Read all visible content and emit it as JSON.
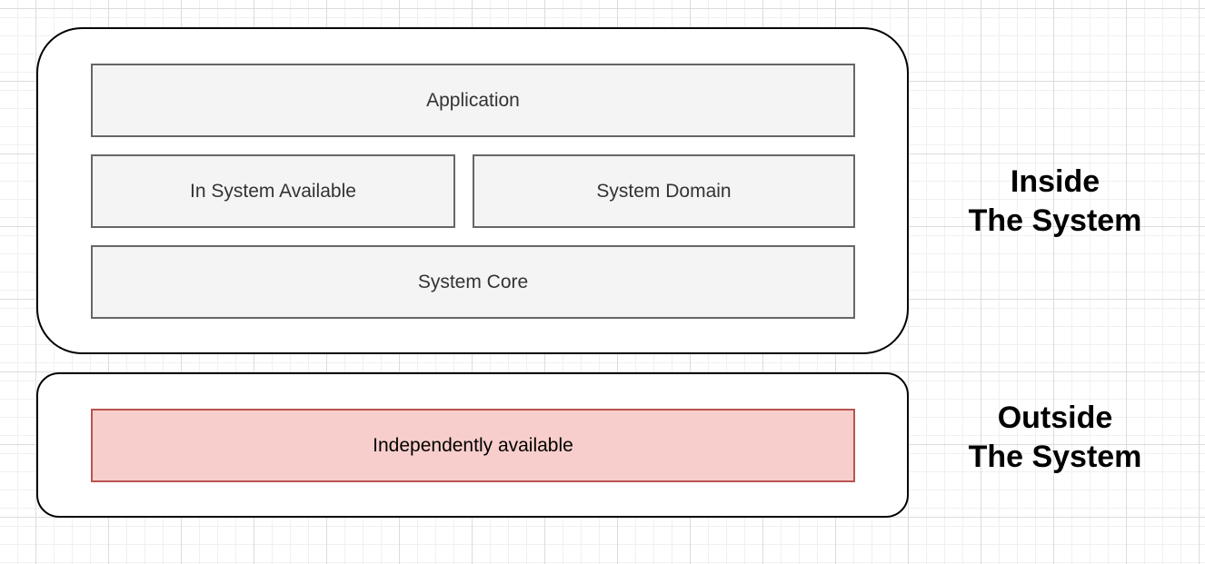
{
  "inside_group": {
    "boxes": {
      "application": "Application",
      "in_system_available": "In System Available",
      "system_domain": "System Domain",
      "system_core": "System Core"
    },
    "label": {
      "line1": "Inside",
      "line2": "The System"
    }
  },
  "outside_group": {
    "boxes": {
      "independently_available": "Independently available"
    },
    "label": {
      "line1": "Outside",
      "line2": "The System"
    }
  },
  "colors": {
    "box_fill": "#f4f4f4",
    "box_border": "#666666",
    "highlight_fill": "#f8cecc",
    "highlight_border": "#b85450",
    "group_border": "#000000"
  }
}
